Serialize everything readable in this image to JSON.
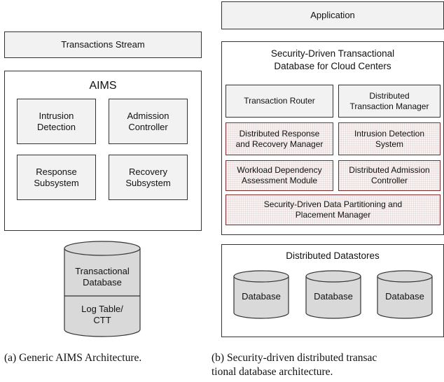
{
  "left": {
    "stream": "Transactions Stream",
    "aims_title": "AIMS",
    "components": [
      "Intrusion\nDetection",
      "Admission\nController",
      "Response\nSubsystem",
      "Recovery\nSubsystem"
    ],
    "db_top": "Transactional\nDatabase",
    "db_bottom": "Log Table/\nCTT",
    "caption": "(a) Generic AIMS Architecture."
  },
  "right": {
    "application": "Application",
    "system_title": "Security-Driven Transactional\nDatabase for Cloud Centers",
    "modules": [
      "Transaction Router",
      "Distributed\nTransaction Manager",
      "Distributed Response\nand Recovery Manager",
      "Intrusion Detection\nSystem",
      "Workload Dependency\nAssessment Module",
      "Distributed Admission\nController",
      "Security-Driven Data Partitioning and\nPlacement Manager"
    ],
    "datastores_title": "Distributed Datastores",
    "databases": [
      "Database",
      "Database",
      "Database"
    ],
    "caption_line1": "(b) Security-driven distributed transac",
    "caption_line2": "tional database architecture."
  }
}
